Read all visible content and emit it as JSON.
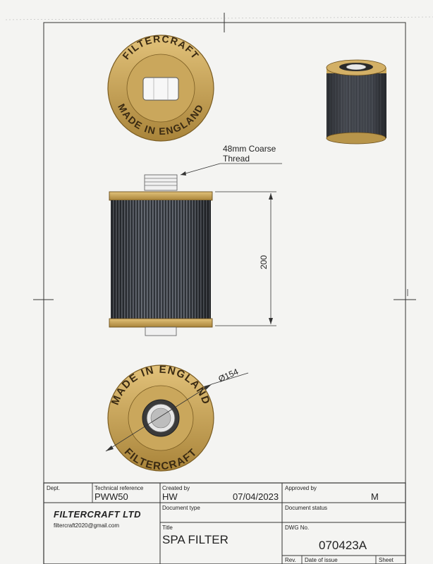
{
  "top_cap": {
    "ring_text_top": "FILTERCRAFT",
    "ring_text_bottom": "MADE IN ENGLAND"
  },
  "bottom_cap": {
    "ring_text_top": "MADE IN ENGLAND",
    "ring_text_bottom": "FILTERCRAFT"
  },
  "annotations": {
    "thread_line1": "48mm Coarse",
    "thread_line2": "Thread",
    "height_dim": "200",
    "diameter_dim": "Ø154"
  },
  "title_block": {
    "dept_label": "Dept.",
    "tech_ref_label": "Technical reference",
    "tech_ref_value": "PWW50",
    "created_by_label": "Created by",
    "created_by_value": "HW",
    "created_date": "07/04/2023",
    "approved_by_label": "Approved by",
    "approved_by_value": "M",
    "company_name": "FILTERCRAFT  LTD",
    "company_email": "filtercraft2020@gmail.com",
    "doc_type_label": "Document type",
    "doc_status_label": "Document status",
    "title_label": "Title",
    "title_value": "SPA FILTER",
    "dwg_no_label": "DWG No.",
    "dwg_no_value": "070423A",
    "rev_label": "Rev.",
    "date_issue_label": "Date of issue",
    "sheet_label": "Sheet"
  },
  "colors": {
    "gold": "#c9a75a",
    "ring_text": "#3a2a12",
    "pleat_dark": "#2a2d33",
    "pleat_light": "#6b7079",
    "line": "#333333"
  }
}
